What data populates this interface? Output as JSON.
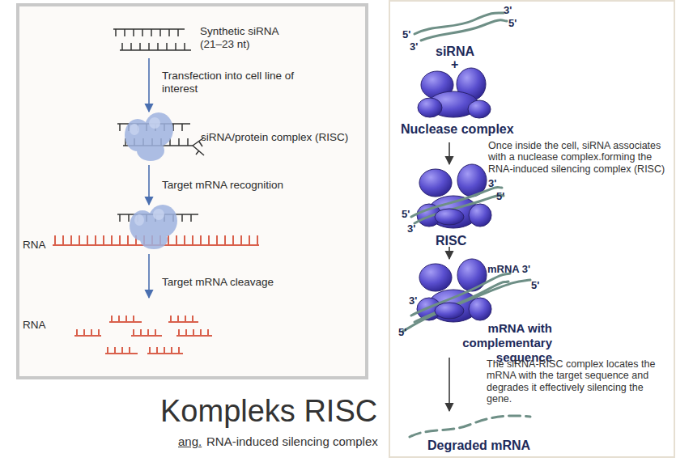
{
  "diagram": {
    "title": "Kompleks RISC",
    "nodes": [
      {
        "text": [
          "Synthetic siRNA (21–23 nt)"
        ]
      },
      {
        "text": [
          "siRNA/protein complex (RISC)"
        ]
      },
      {
        "text": [
          "RNA"
        ]
      },
      {
        "text": [
          "RNA"
        ]
      },
      {
        "text": [
          "siRNA",
          "+",
          "Nuclease complex"
        ]
      },
      {
        "text": [
          "RISC"
        ]
      },
      {
        "text": [
          "mRNA with complementary sequence"
        ]
      },
      {
        "text": [
          "Degraded mRNA"
        ]
      }
    ],
    "edges": [
      {
        "from": 0,
        "to": 1,
        "arrow": "to",
        "label": "Transfection into cell line of interest"
      },
      {
        "from": 1,
        "to": 2,
        "arrow": "to",
        "label": "Target mRNA recognition"
      },
      {
        "from": 2,
        "to": 3,
        "arrow": "to",
        "label": "Target mRNA cleavage"
      },
      {
        "from": 4,
        "to": 5,
        "arrow": "to",
        "label": "Once inside the cell, siRNA associates with a nuclease complex.forming the RNA-induced silencing complex (RISC)"
      },
      {
        "from": 5,
        "to": 6,
        "arrow": "to"
      },
      {
        "from": 6,
        "to": 7,
        "arrow": "to",
        "label": "The siRNA-RISC complex locates the mRNA with the target sequence and degrades it effectively silencing the gene."
      }
    ],
    "labels": [
      "3'",
      "5'",
      "5'",
      "3'",
      "3'",
      "5'",
      "5'",
      "3'",
      "mRNA 3'",
      "5'",
      "3'",
      "5'",
      "ang.",
      "RNA-induced silencing complex"
    ]
  }
}
